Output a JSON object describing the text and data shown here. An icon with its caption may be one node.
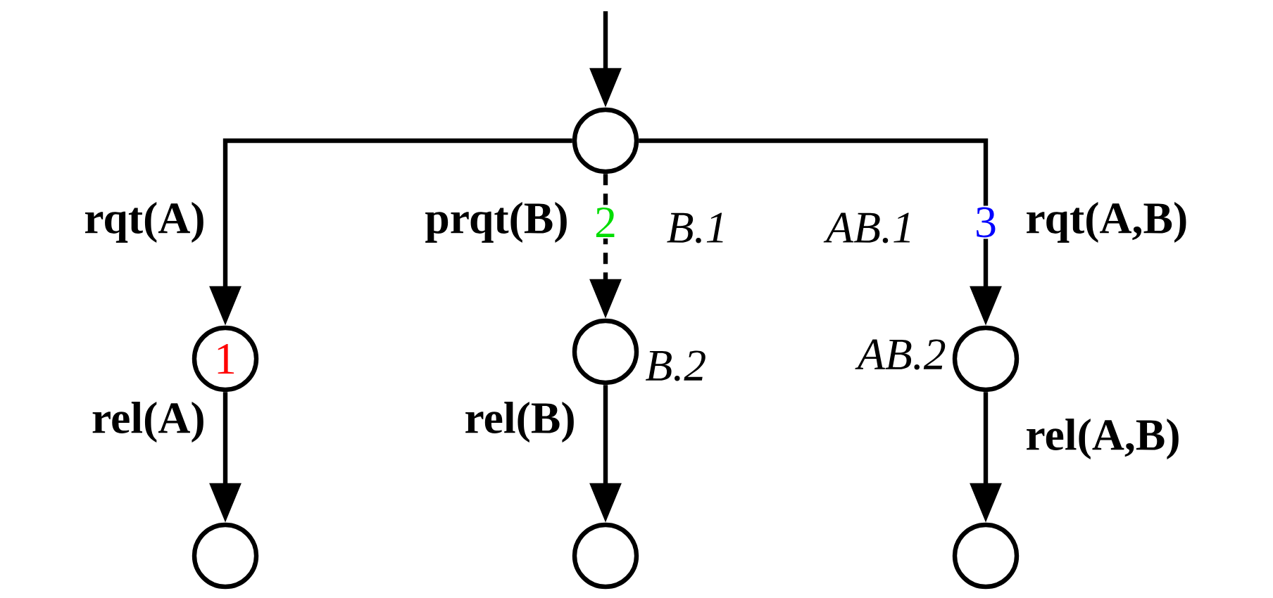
{
  "diagram": {
    "nodes": [
      {
        "text": [],
        "shape": "circle"
      },
      {
        "text": [
          "1"
        ]
      },
      {
        "text": [],
        "shape": "circle",
        "beside": [
          "B.2"
        ]
      },
      {
        "text": [],
        "shape": "circle",
        "beside": [
          "AB.2"
        ]
      },
      {
        "text": [],
        "shape": "circle"
      },
      {
        "text": [],
        "shape": "circle"
      },
      {
        "text": [],
        "shape": "circle"
      }
    ],
    "edges": [
      {
        "from": null,
        "to": 0,
        "arrow": "to"
      },
      {
        "from": 0,
        "to": 1,
        "arrow": "to",
        "label": "rqt(A)"
      },
      {
        "from": 0,
        "to": 2,
        "arrow": "to",
        "label": "prqt(B)",
        "style": "dashed"
      },
      {
        "from": 0,
        "to": 3,
        "arrow": "to",
        "label": "rqt(A,B)"
      },
      {
        "from": 1,
        "to": 4,
        "arrow": "to",
        "label": "rel(A)"
      },
      {
        "from": 2,
        "to": 5,
        "arrow": "to",
        "label": "rel(B)"
      },
      {
        "from": 3,
        "to": 6,
        "arrow": "to",
        "label": "rel(A,B)"
      }
    ],
    "labels": [
      "2",
      "B.1",
      "AB.1",
      "3"
    ]
  }
}
